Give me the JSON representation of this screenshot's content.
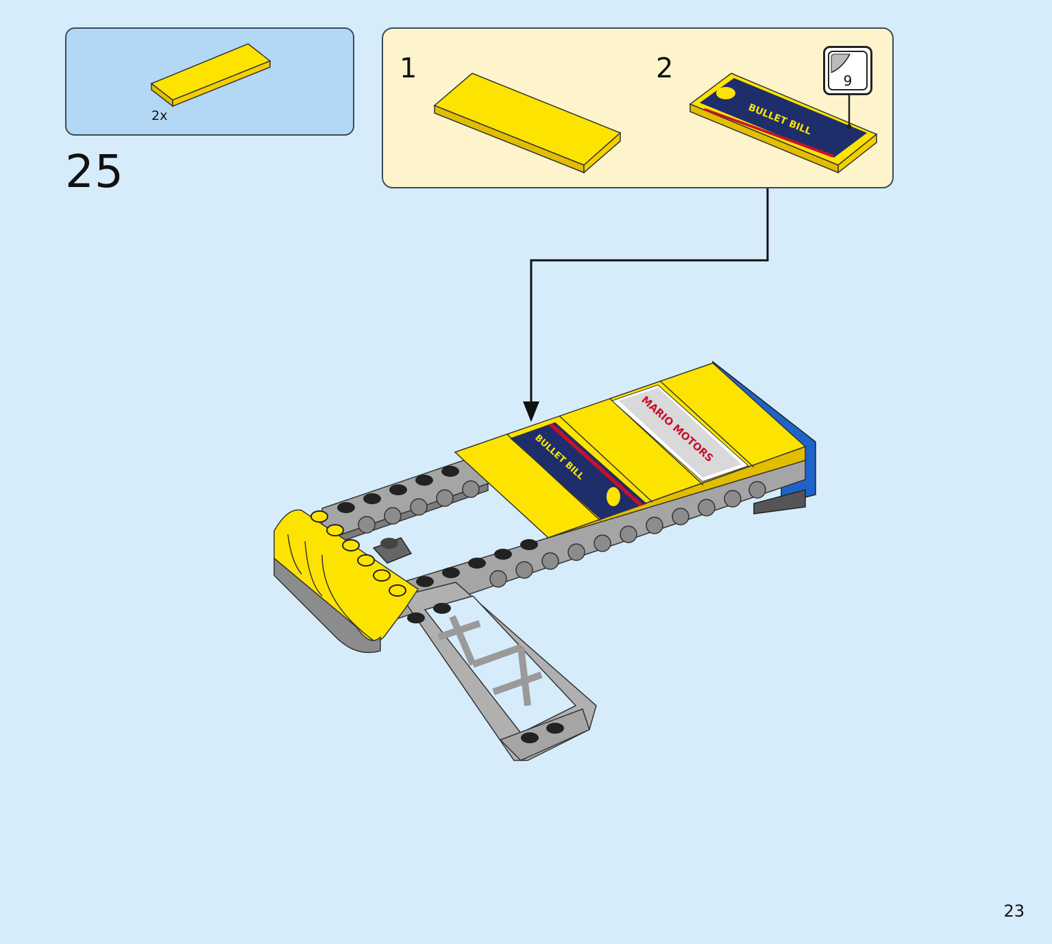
{
  "step": {
    "number": "25",
    "page_number": "23"
  },
  "parts_list": {
    "items": [
      {
        "part": "yellow-flat-tile",
        "quantity_label": "2x"
      }
    ]
  },
  "substeps": [
    {
      "label": "1",
      "part": "yellow-flat-tile"
    },
    {
      "label": "2",
      "part": "yellow-flat-tile-with-sticker",
      "sticker_number": "9"
    }
  ],
  "sticker_texts": {
    "bullet_bill": "BULLET BILL",
    "mario_motors": "MARIO MOTORS"
  },
  "colors": {
    "background": "#d6ecfb",
    "parts_box": "#b3d8f5",
    "substep_box": "#fdf4cc",
    "brick_yellow": "#fde400",
    "brick_grey": "#a5a5a5",
    "brick_blue": "#1e64c8",
    "sticker_navy": "#1d2e6a",
    "sticker_red": "#c8102e"
  }
}
